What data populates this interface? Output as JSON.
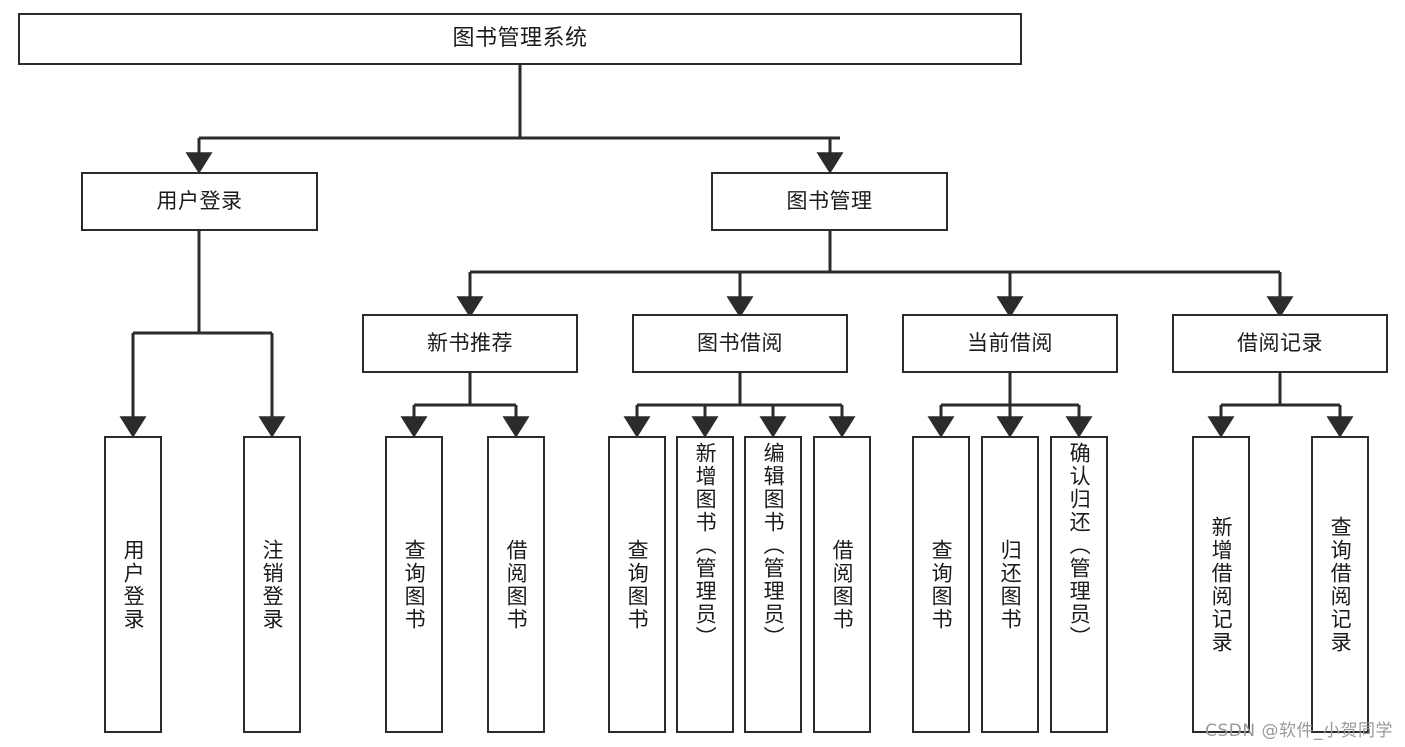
{
  "diagram": {
    "type": "tree-hierarchy-chart",
    "title": "图书管理系统",
    "colors": {
      "stroke": "#2b2b2b",
      "fill": "#ffffff",
      "text": "#1b1b1b",
      "watermark": "#9a9a9a"
    },
    "root": {
      "label": "图书管理系统"
    },
    "level1": [
      {
        "label": "用户登录"
      },
      {
        "label": "图书管理"
      }
    ],
    "level2": [
      {
        "label": "新书推荐"
      },
      {
        "label": "图书借阅"
      },
      {
        "label": "当前借阅"
      },
      {
        "label": "借阅记录"
      }
    ],
    "leaves": {
      "user_login": [
        {
          "label": "用户登录"
        },
        {
          "label": "注销登录"
        }
      ],
      "new_book_recommend": [
        {
          "label": "查询图书"
        },
        {
          "label": "借阅图书"
        }
      ],
      "book_borrow": [
        {
          "label": "查询图书"
        },
        {
          "label": "新增图书（管理员）"
        },
        {
          "label": "编辑图书（管理员）"
        },
        {
          "label": "借阅图书"
        }
      ],
      "current_borrow": [
        {
          "label": "查询图书"
        },
        {
          "label": "归还图书"
        },
        {
          "label": "确认归还（管理员）"
        }
      ],
      "borrow_record": [
        {
          "label": "新增借阅记录"
        },
        {
          "label": "查询借阅记录"
        }
      ]
    },
    "watermark": "CSDN @软件_小贺同学"
  }
}
